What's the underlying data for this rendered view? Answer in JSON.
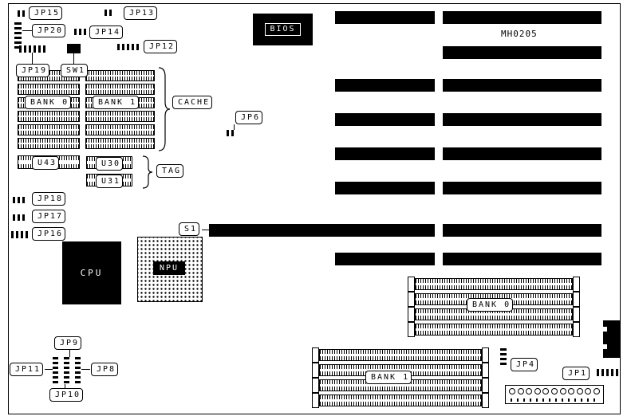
{
  "board": {
    "part_number": "MH0205"
  },
  "labels": {
    "jp15": "JP15",
    "jp13": "JP13",
    "jp20": "JP20",
    "jp14": "JP14",
    "jp12": "JP12",
    "jp19": "JP19",
    "sw1": "SW1",
    "cache_bank0": "BANK 0",
    "cache_bank1": "BANK 1",
    "cache": "CACHE",
    "bios": "BIOS",
    "jp6": "JP6",
    "u43": "U43",
    "u30": "U30",
    "u31": "U31",
    "tag": "TAG",
    "jp18": "JP18",
    "jp17": "JP17",
    "jp16": "JP16",
    "s1": "S1",
    "cpu": "CPU",
    "npu": "NPU",
    "simm_bank0": "BANK 0",
    "simm_bank1": "BANK 1",
    "jp9": "JP9",
    "jp11": "JP11",
    "jp8": "JP8",
    "jp10": "JP10",
    "jp4": "JP4",
    "jp1": "JP1"
  }
}
